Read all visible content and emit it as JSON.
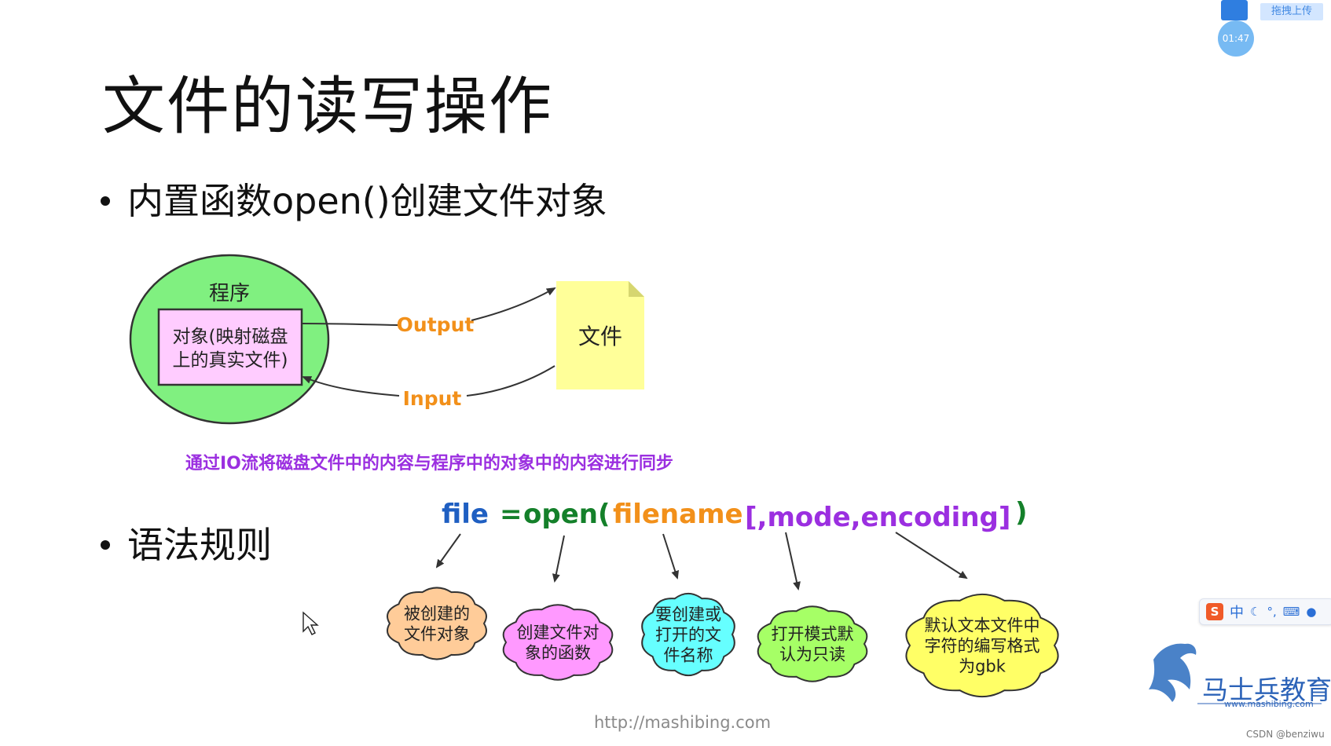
{
  "slide": {
    "title": "文件的读写操作",
    "bullet1": "内置函数open()创建文件对象",
    "bullet2": "语法规则",
    "footer_url": "http://mashibing.com"
  },
  "diagram": {
    "program_label": "程序",
    "object_line1": "对象(映射磁盘",
    "object_line2": "上的真实文件)",
    "output_label": "Output",
    "input_label": "Input",
    "file_label": "文件",
    "caption": "通过IO流将磁盘文件中的内容与程序中的对象中的内容进行同步"
  },
  "syntax": {
    "file": "file",
    "equals": "=",
    "open": "open(",
    "filename": "filename",
    "mode": "[,mode,encoding]",
    "close": ")"
  },
  "clouds": [
    {
      "lines": [
        "被创建的",
        "文件对象"
      ],
      "color": "#ffcc99"
    },
    {
      "lines": [
        "创建文件对",
        "象的函数"
      ],
      "color": "#ff99ff"
    },
    {
      "lines": [
        "要创建或",
        "打开的文",
        "件名称"
      ],
      "color": "#66ffff"
    },
    {
      "lines": [
        "打开模式默",
        "认为只读"
      ],
      "color": "#a6ff66"
    },
    {
      "lines": [
        "默认文本文件中",
        "字符的编写格式",
        "为gbk"
      ],
      "color": "#ffff66"
    }
  ],
  "colors": {
    "ellipse_fill": "#80f080",
    "object_box_fill": "#ffccff",
    "file_doc_fill": "#ffff99",
    "arrow_label": "#f2901a",
    "caption": "#9b2fe0",
    "syntax_file": "#1f5fc2",
    "syntax_open": "#14802a",
    "syntax_filename": "#f2901a",
    "syntax_mode": "#9b2fe0"
  },
  "overlays": {
    "brand_name": "马士兵教育",
    "brand_url": "www.mashibing.com",
    "csdn_watermark": "CSDN @benziwu",
    "ime_language": "中",
    "uploader_label": "拖拽上传",
    "uploader_timer": "01:47",
    "icons": [
      "sogou-ime-icon",
      "moon-icon",
      "keyboard-icon",
      "user-icon",
      "cloud-upload-icon",
      "mouse-cursor-icon"
    ]
  }
}
